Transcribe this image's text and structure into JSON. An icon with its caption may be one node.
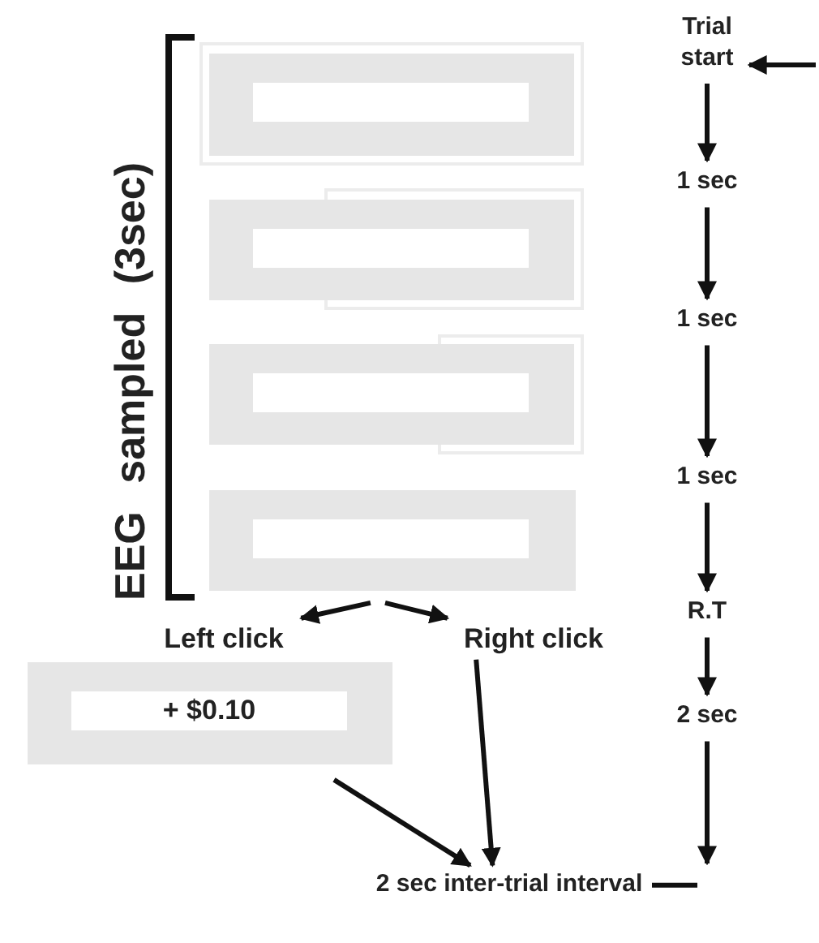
{
  "diagram": {
    "nodes": [
      {
        "text": [],
        "shape": "box"
      },
      {
        "text": [],
        "shape": "box"
      },
      {
        "text": [],
        "shape": "box"
      },
      {
        "text": [],
        "shape": "box"
      },
      {
        "text": [
          "Left click"
        ]
      },
      {
        "text": [
          "Right click"
        ]
      },
      {
        "text": [
          "+ $0.10"
        ]
      },
      {
        "text": [
          "Trial start"
        ]
      },
      {
        "text": [
          "1 sec"
        ]
      },
      {
        "text": [
          "1 sec"
        ]
      },
      {
        "text": [
          "1 sec"
        ]
      },
      {
        "text": [
          "R.T"
        ]
      },
      {
        "text": [
          "2 sec"
        ]
      },
      {
        "text": [
          "2 sec inter-trial interval"
        ]
      }
    ],
    "edges": [
      {
        "from": null,
        "to": 7,
        "arrow": "to"
      },
      {
        "from": 7,
        "to": 8,
        "arrow": "to"
      },
      {
        "from": 8,
        "to": 9,
        "arrow": "to"
      },
      {
        "from": 9,
        "to": 10,
        "arrow": "to"
      },
      {
        "from": 10,
        "to": 11,
        "arrow": "to"
      },
      {
        "from": 11,
        "to": 12,
        "arrow": "to"
      },
      {
        "from": 12,
        "to": 13,
        "arrow": "to"
      },
      {
        "from": 13,
        "to": null,
        "arrow": "none"
      },
      {
        "from": 3,
        "to": 4,
        "arrow": "to"
      },
      {
        "from": 3,
        "to": 5,
        "arrow": "to"
      },
      {
        "from": 6,
        "to": 13,
        "arrow": "to"
      },
      {
        "from": 5,
        "to": 13,
        "arrow": "to"
      }
    ],
    "labels": [
      "EEG sampled (3sec)"
    ]
  }
}
